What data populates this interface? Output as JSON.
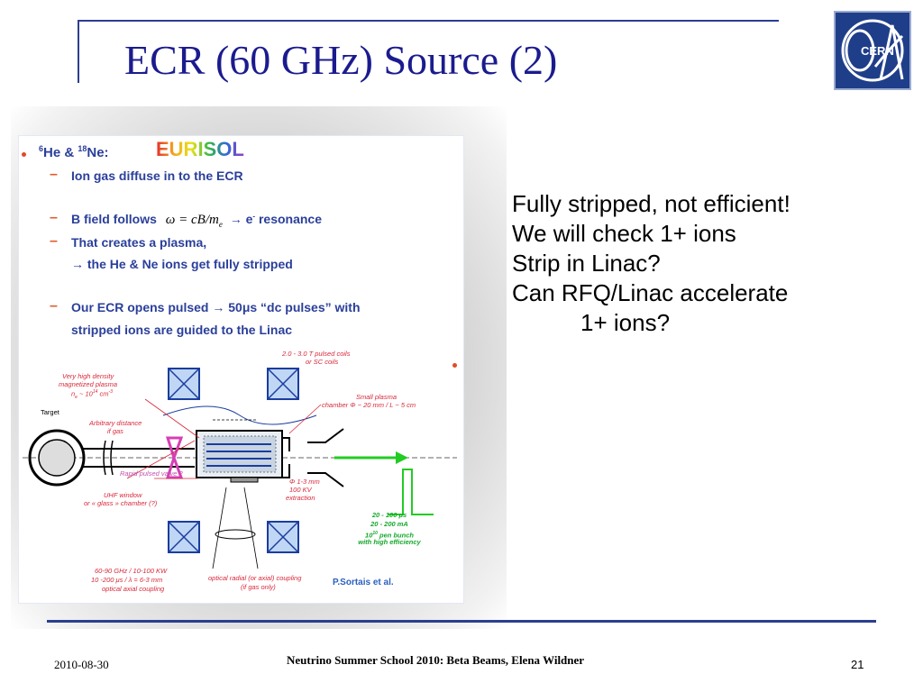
{
  "slide": {
    "title": "ECR (60 GHz) Source (2)",
    "logo_text": "CERN",
    "figure": {
      "heading": "He & Ne:",
      "heading_sup1": "6",
      "heading_sup2": "18",
      "eurisol_logo": "EURISOL",
      "items": [
        "Ion gas diffuse in to the ECR",
        "B field follows",
        "That creates a plasma,"
      ],
      "formula": "ω = cB/m",
      "formula_sub": "e",
      "resonance_text": "→ e",
      "resonance_sup": "-",
      "resonance_tail": " resonance",
      "stripped_line": "→ the He & Ne ions get fully stripped",
      "pulsed_line1": "Our ECR opens pulsed → 50μs “dc pulses” with",
      "pulsed_line2": "stripped ions are guided to the Linac",
      "diagram_labels": {
        "coils": "2.0 - 3.0 T pulsed coils",
        "coils2": "or SC coils",
        "high_density_1": "Very high density",
        "high_density_2": "magnetized plasma",
        "high_density_3": "n ~ 10  cm",
        "target": "Target",
        "small_plasma_1": "Small plasma",
        "small_plasma_2": "chamber Φ ~ 20 mm / L ~ 5 cm",
        "arbitrary_1": "Arbitrary distance",
        "arbitrary_2": "if gas",
        "valve": "Rapid pulsed valve ?",
        "uhf_1": "UHF window",
        "uhf_2": "or « glass » chamber (?)",
        "extraction_1": "Φ 1-3 mm",
        "extraction_2": "100 KV",
        "extraction_3": "extraction",
        "ghz_1": "60-90 GHz / 10-100 KW",
        "ghz_2": "10 -200 μs / λ = 6-3 mm",
        "ghz_3": "optical axial coupling",
        "optical_1": "optical radial (or axial) coupling",
        "optical_2": "(if gas only)",
        "green_1": "20 - 100 μs",
        "green_2": "20 - 200 mA",
        "green_3": "10  pen bunch",
        "green_4": "with high efficiency",
        "credit": "P.Sortais et al."
      }
    },
    "right_lines": [
      "Fully stripped, not efficient!",
      "We will check 1+ ions",
      "Strip in Linac?",
      "Can RFQ/Linac accelerate",
      "1+ ions?"
    ],
    "footer": {
      "date": "2010-08-30",
      "center": "Neutrino Summer School 2010:  Beta Beams, Elena Wildner",
      "page": "21"
    }
  }
}
